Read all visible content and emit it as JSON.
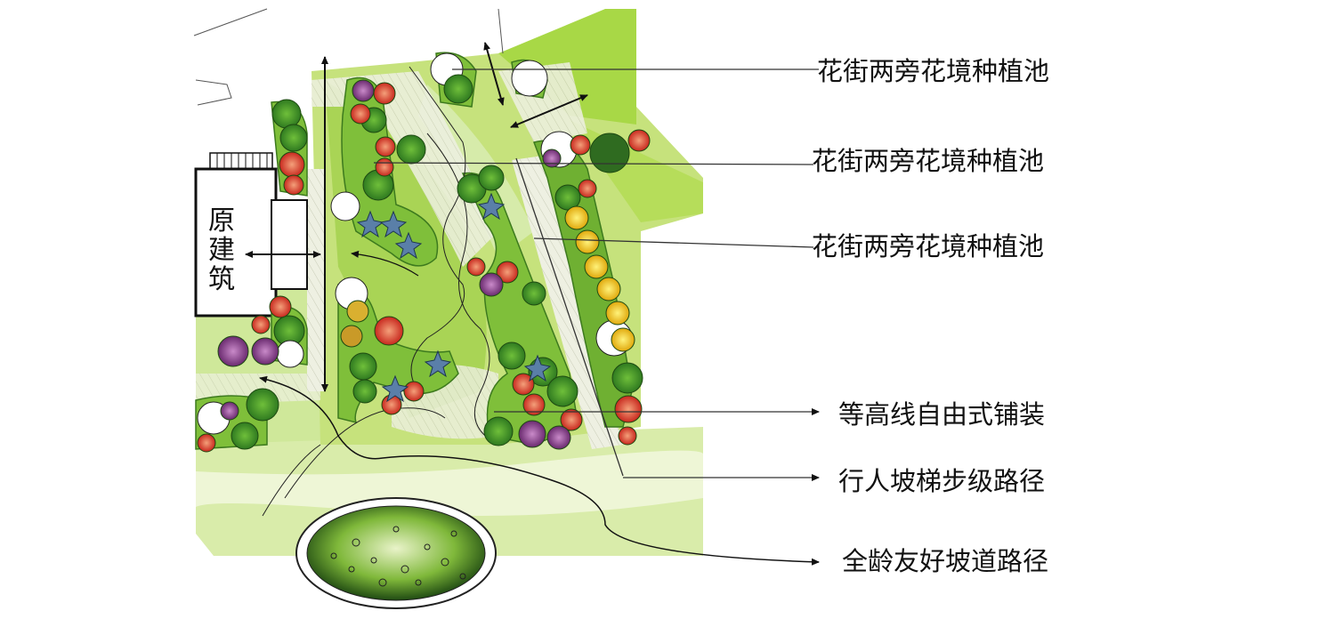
{
  "building": {
    "chars": [
      "原",
      "建",
      "筑"
    ]
  },
  "callouts": [
    {
      "id": "flower-pool-1",
      "text": "花街两旁花境种植池"
    },
    {
      "id": "flower-pool-2",
      "text": "花街两旁花境种植池"
    },
    {
      "id": "flower-pool-3",
      "text": "花街两旁花境种植池"
    },
    {
      "id": "contour-paving",
      "text": "等高线自由式铺装"
    },
    {
      "id": "stair-path",
      "text": "行人坡梯步级路径"
    },
    {
      "id": "ramp-path",
      "text": "全龄友好坡道路径"
    }
  ],
  "colors": {
    "lawn_light": "#d7ea9a",
    "lawn_mid": "#9fd04a",
    "lawn_dark": "#5f9f2a",
    "shrub_red": "#e0382a",
    "shrub_yellow": "#f3d21a",
    "shrub_purple": "#8a3c8f",
    "tree_green": "#3f8f2a",
    "paving": "#eef0e2"
  }
}
